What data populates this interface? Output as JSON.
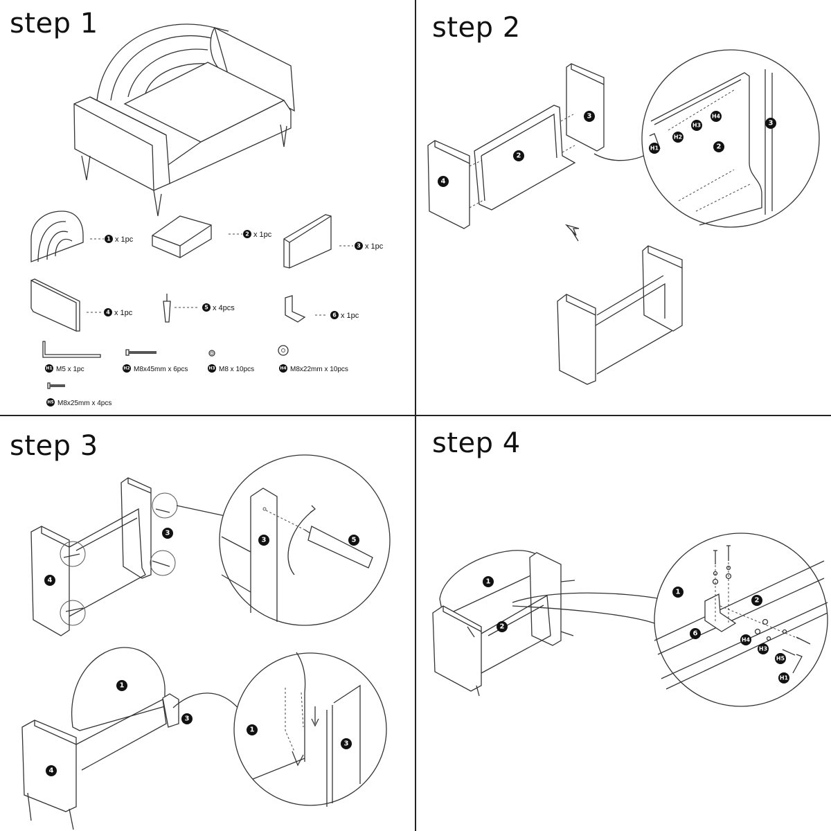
{
  "steps": [
    {
      "title": "step 1"
    },
    {
      "title": "step 2"
    },
    {
      "title": "step 3"
    },
    {
      "title": "step 4"
    }
  ],
  "parts": [
    {
      "id": "1",
      "qty": "x 1pc",
      "name": "backrest"
    },
    {
      "id": "2",
      "qty": "x 1pc",
      "name": "seat"
    },
    {
      "id": "3",
      "qty": "x 1pc",
      "name": "right-armrest"
    },
    {
      "id": "4",
      "qty": "x 1pc",
      "name": "left-armrest"
    },
    {
      "id": "5",
      "qty": "x 4pcs",
      "name": "leg"
    },
    {
      "id": "6",
      "qty": "x 1pc",
      "name": "bracket"
    }
  ],
  "hardware": [
    {
      "id": "H1",
      "spec": "M5 x 1pc"
    },
    {
      "id": "H2",
      "spec": "M8x45mm x 6pcs"
    },
    {
      "id": "H3",
      "spec": "M8 x 10pcs"
    },
    {
      "id": "H4",
      "spec": "M8x22mm x 10pcs"
    },
    {
      "id": "H5",
      "spec": "M8x25mm x 4pcs"
    }
  ],
  "step2": {
    "callouts": [
      "4",
      "2",
      "3"
    ],
    "detail_callouts": [
      "H1",
      "H2",
      "H3",
      "H4",
      "2",
      "3"
    ]
  },
  "step3": {
    "callouts_top": [
      "4",
      "3"
    ],
    "detail_top": [
      "3",
      "5"
    ],
    "callouts_bottom": [
      "1",
      "4",
      "3"
    ],
    "detail_bottom": [
      "1",
      "3"
    ]
  },
  "step4": {
    "callouts": [
      "1",
      "2"
    ],
    "detail_callouts": [
      "1",
      "2",
      "6",
      "H4",
      "H3",
      "H5",
      "H1"
    ]
  },
  "colors": {
    "line": "#333333",
    "badge": "#111111",
    "divider": "#222222"
  }
}
